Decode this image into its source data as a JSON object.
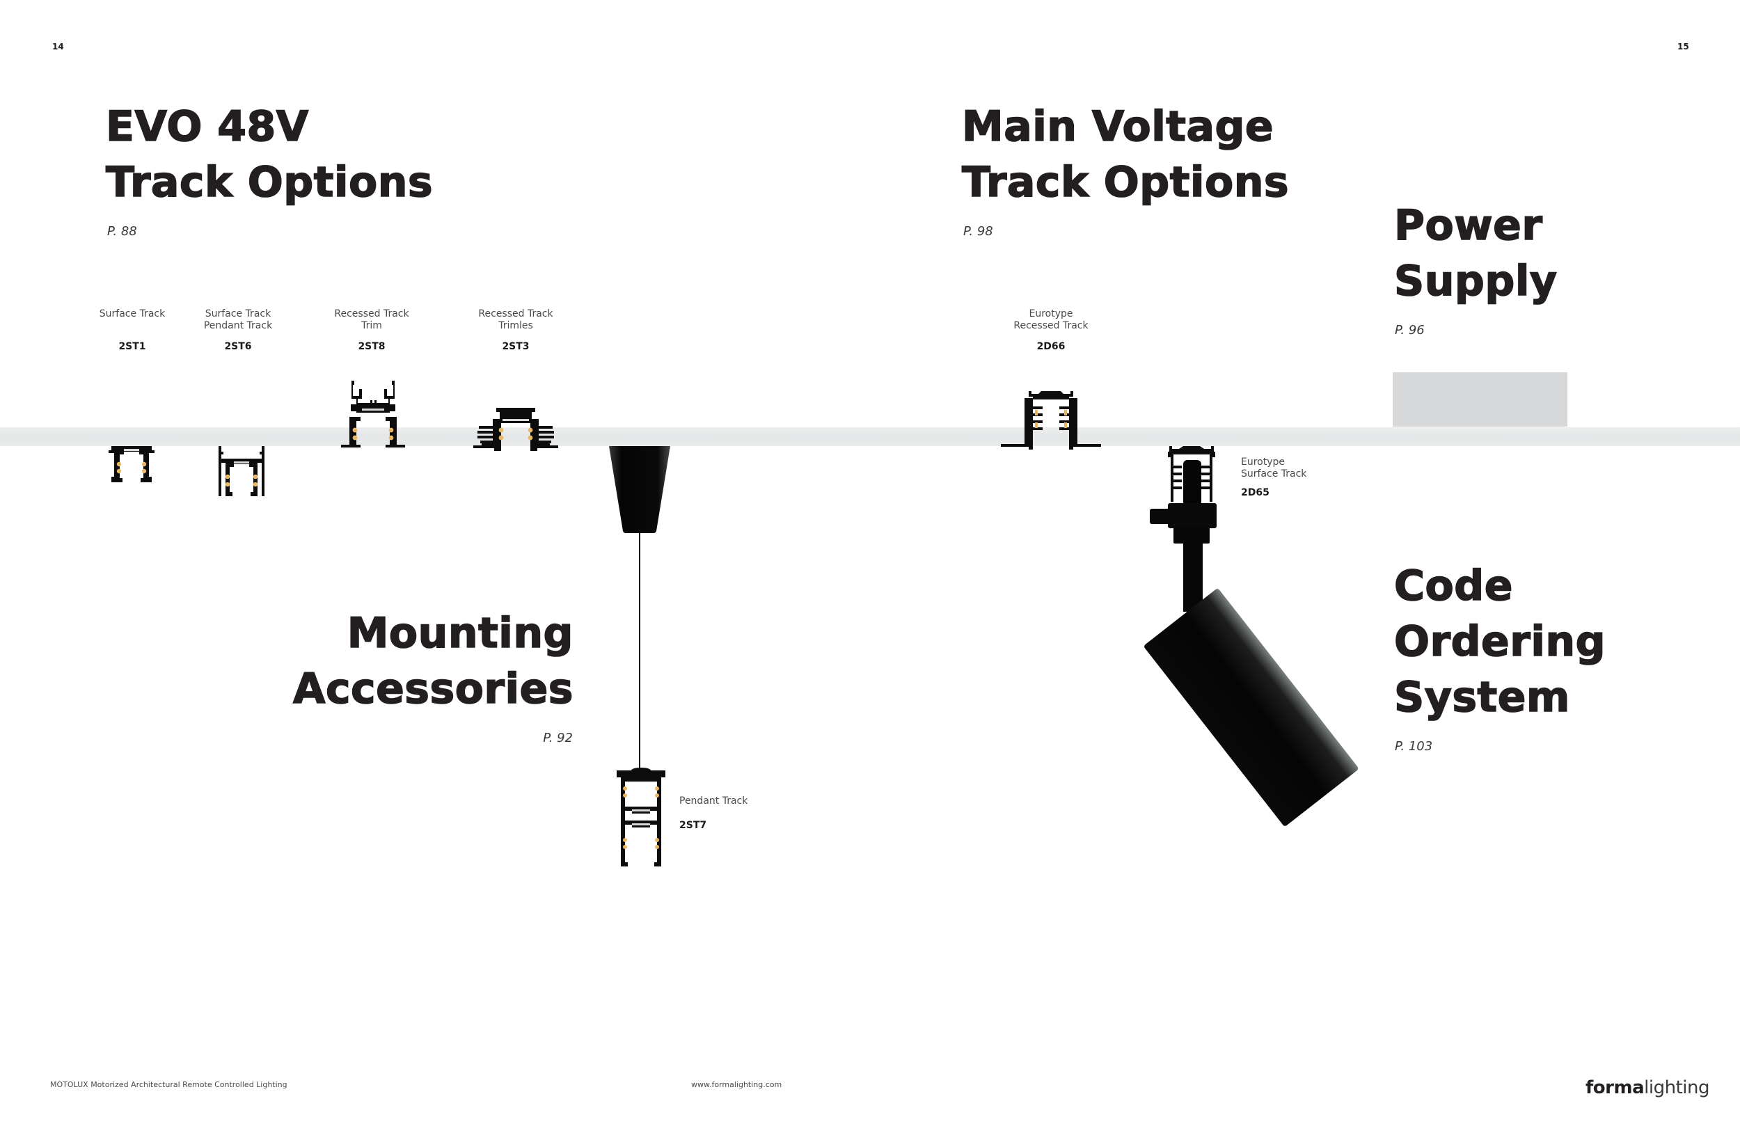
{
  "pages": {
    "left_number": "14",
    "right_number": "15"
  },
  "sections": {
    "evo": {
      "lines": [
        "EVO 48V",
        "Track Options"
      ],
      "page_ref": "P. 88"
    },
    "main_voltage": {
      "lines": [
        "Main Voltage",
        "Track Options"
      ],
      "page_ref": "P. 98"
    },
    "power_supply": {
      "lines": [
        "Power",
        "Supply"
      ],
      "page_ref": "P. 96"
    },
    "mounting": {
      "lines": [
        "Mounting",
        "Accessories"
      ],
      "page_ref": "P. 92"
    },
    "code_ordering": {
      "lines": [
        "Code",
        "Ordering",
        "System"
      ],
      "page_ref": "P. 103"
    }
  },
  "products": [
    {
      "label_lines": [
        "Surface Track"
      ],
      "code": "2ST1"
    },
    {
      "label_lines": [
        "Surface Track",
        "Pendant Track"
      ],
      "code": "2ST6"
    },
    {
      "label_lines": [
        "Recessed Track",
        "Trim"
      ],
      "code": "2ST8"
    },
    {
      "label_lines": [
        "Recessed Track",
        "Trimles"
      ],
      "code": "2ST3"
    },
    {
      "label_lines": [
        "Eurotype",
        "Recessed Track"
      ],
      "code": "2D66"
    },
    {
      "label_lines": [
        "Eurotype",
        "Surface Track"
      ],
      "code": "2D65"
    },
    {
      "label_lines": [
        "Pendant Track"
      ],
      "code": "2ST7"
    }
  ],
  "footer": {
    "tagline": "MOTOLUX Motorized Architectural Remote Controlled Lighting",
    "website": "www.formalighting.com",
    "logo_bold": "forma",
    "logo_light": "lighting"
  },
  "colors": {
    "text": "#231f20",
    "ceiling": "#e6e8e9",
    "contact_gold": "#e9b864",
    "profile_black": "#0d0d0d",
    "placeholder_grey": "#d6d7d8"
  }
}
